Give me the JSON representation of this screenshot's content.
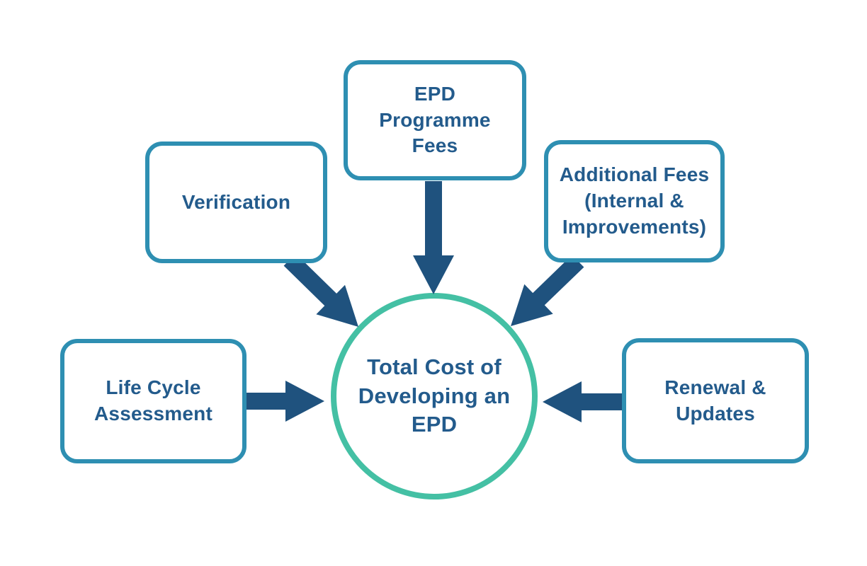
{
  "diagram_title": "Total Cost of Developing an EPD",
  "center": {
    "label": "Total Cost of\nDeveloping an\nEPD"
  },
  "nodes": [
    {
      "id": "epd-programme-fees",
      "label": "EPD\nProgramme\nFees"
    },
    {
      "id": "verification",
      "label": "Verification"
    },
    {
      "id": "additional-fees",
      "label": "Additional Fees\n(Internal &\nImprovements)"
    },
    {
      "id": "life-cycle-assessment",
      "label": "Life Cycle\nAssessment"
    },
    {
      "id": "renewal-updates",
      "label": "Renewal &\nUpdates"
    }
  ],
  "colors": {
    "background": "#ffffff",
    "box_fill": "#ffffff",
    "box_border": "#2e8fb2",
    "circle_border": "#44c0a4",
    "arrow": "#1f527e",
    "text": "#235b8c"
  }
}
